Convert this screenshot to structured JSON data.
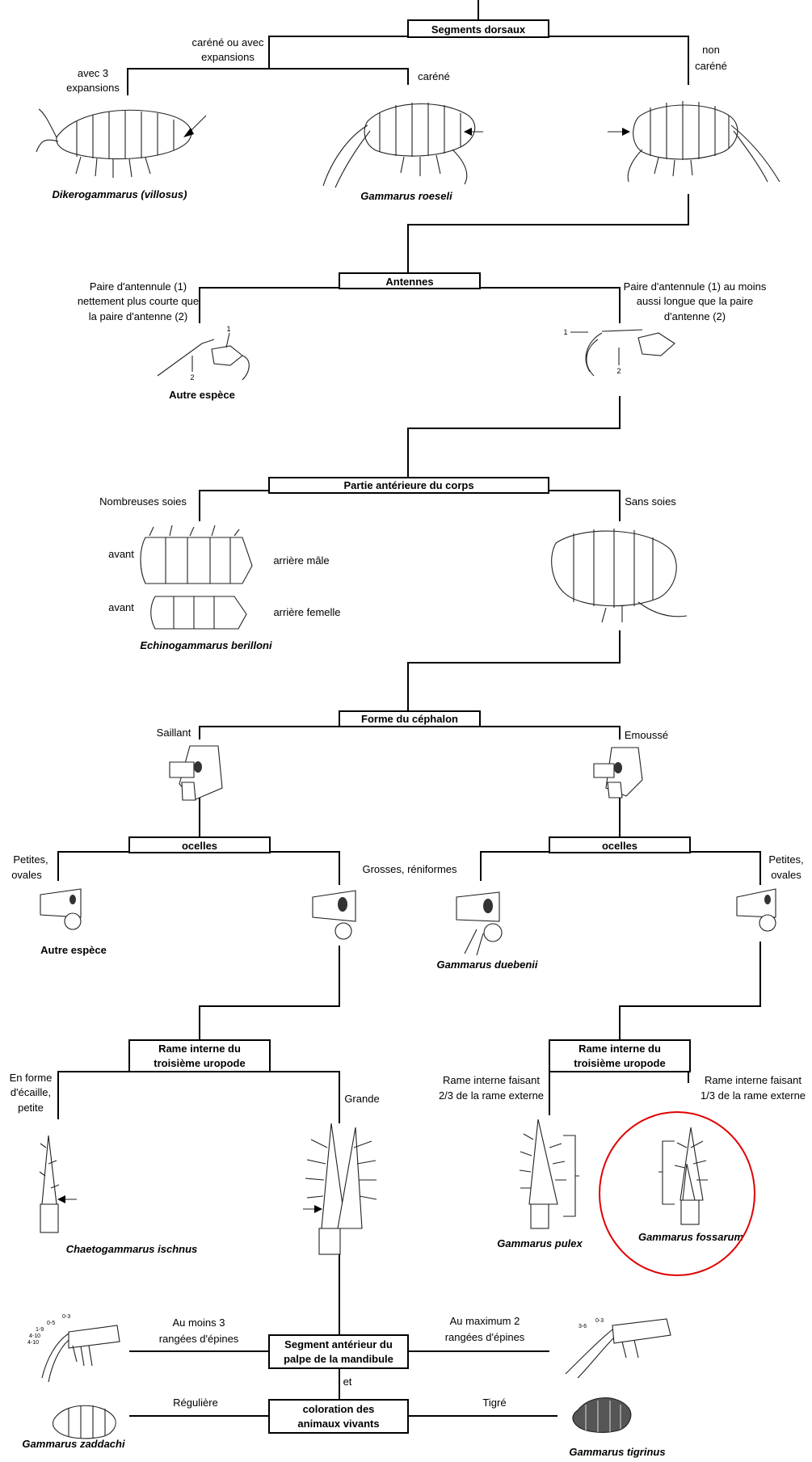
{
  "nodes": {
    "segments_dorsaux": "Segments dorsaux",
    "antennes": "Antennes",
    "partie_anterieure": "Partie antérieure du corps",
    "forme_cephalon": "Forme du céphalon",
    "ocelles_left": "ocelles",
    "ocelles_right": "ocelles",
    "rame_left": [
      "Rame interne du",
      "troisième uropode"
    ],
    "rame_right": [
      "Rame interne du",
      "troisième uropode"
    ],
    "segment_mandibule": [
      "Segment antérieur du",
      "palpe de la mandibule"
    ],
    "coloration": [
      "coloration des",
      "animaux vivants"
    ]
  },
  "labels": {
    "carene_ou_avec": [
      "caréné ou avec",
      "expansions"
    ],
    "avec_3": [
      "avec 3",
      "expansions"
    ],
    "carene": "caréné",
    "non_carene": [
      "non",
      "caréné"
    ],
    "antennule_courte": [
      "Paire d'antennule (1)",
      "nettement plus courte que",
      "la paire d'antenne (2)"
    ],
    "antennule_longue": [
      "Paire d'antennule (1) au moins",
      "aussi longue que la paire",
      "d'antenne (2)"
    ],
    "nombreuses_soies": "Nombreuses soies",
    "sans_soies": "Sans soies",
    "avant_1": "avant",
    "avant_2": "avant",
    "arriere_male": "arrière mâle",
    "arriere_femelle": "arrière femelle",
    "saillant": "Saillant",
    "emousse": "Emoussé",
    "petites_ovales_left": [
      "Petites,",
      "ovales"
    ],
    "grosses_reniformes": "Grosses, réniformes",
    "petites_ovales_right": [
      "Petites,",
      "ovales"
    ],
    "en_forme_ecaille": [
      "En forme",
      "d'écaille,",
      "petite"
    ],
    "grande": "Grande",
    "rame_2_3": [
      "Rame interne faisant",
      "2/3 de la rame externe"
    ],
    "rame_1_3": [
      "Rame interne faisant",
      "1/3 de la rame externe"
    ],
    "au_moins_3": [
      "Au moins 3",
      "rangées d'épines"
    ],
    "au_maximum_2": [
      "Au maximum 2",
      "rangées d'épines"
    ],
    "et": "et",
    "reguliere": "Régulière",
    "tigre": "Tigré",
    "arrow_1_left": "1",
    "arrow_2_left": "2",
    "arrow_1_right": "1",
    "arrow_2_right": "2",
    "spines_left": [
      "0-3",
      "0-5",
      "1-9",
      "4-10",
      "4-10"
    ],
    "spines_right": [
      "3-6",
      "0-3"
    ]
  },
  "species": {
    "dikerogammarus": "Dikerogammarus (villosus)",
    "roeseli": "Gammarus roeseli",
    "autre_espece_1": "Autre espèce",
    "echinogammarus": "Echinogammarus berilloni",
    "autre_espece_2": "Autre espèce",
    "duebenii": "Gammarus duebenii",
    "chaetogammarus": "Chaetogammarus ischnus",
    "pulex": "Gammarus pulex",
    "fossarum": "Gammarus fossarum",
    "zaddachi": "Gammarus zaddachi",
    "tigrinus": "Gammarus tigrinus"
  },
  "colors": {
    "highlight_circle": "#e00000",
    "lines": "#000000"
  },
  "icons": [
    "amphipod-drawing",
    "antenna-drawing",
    "head-drawing",
    "uropod-drawing",
    "mandible-palp-drawing",
    "pointer-arrow-icon"
  ]
}
